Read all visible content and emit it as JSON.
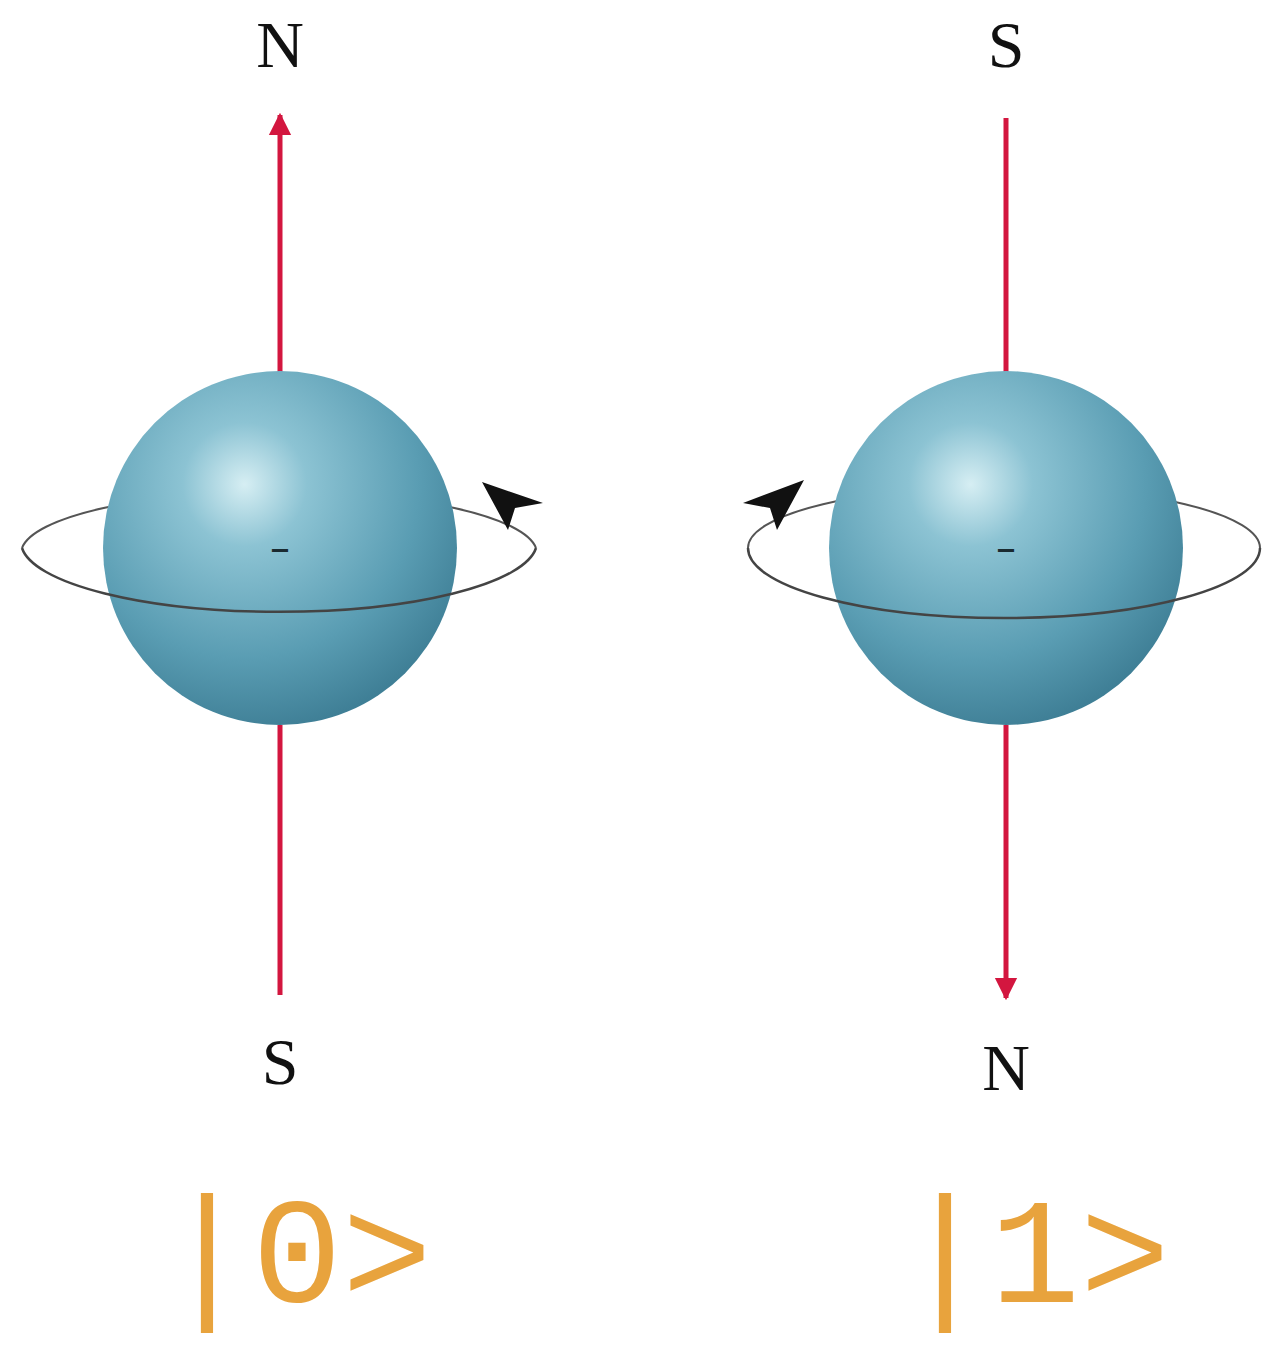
{
  "diagram": {
    "nodes": [
      {
        "text": [
          "–"
        ]
      },
      {
        "text": [
          "–"
        ]
      }
    ],
    "labels": [
      "N",
      "S",
      "|0>",
      "S",
      "N",
      "|1>"
    ]
  }
}
